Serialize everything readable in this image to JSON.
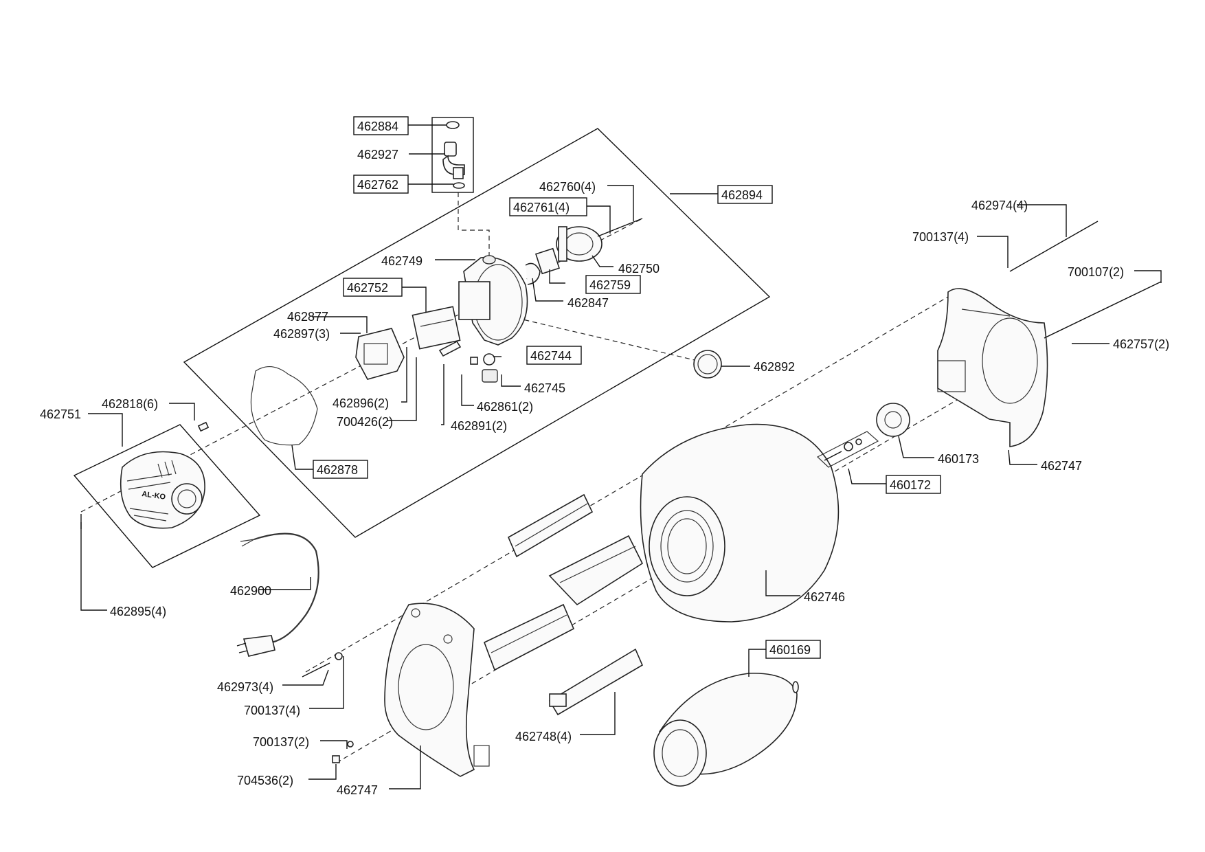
{
  "labels": {
    "l462884": "462884",
    "l462927": "462927",
    "l462762": "462762",
    "l462894": "462894",
    "l462760": "462760(4)",
    "l462761": "462761(4)",
    "l462749": "462749",
    "l462750": "462750",
    "l462759": "462759",
    "l462847": "462847",
    "l462752": "462752",
    "l462877": "462877",
    "l462897": "462897(3)",
    "l462744": "462744",
    "l462745": "462745",
    "l462892": "462892",
    "l462861": "462861(2)",
    "l462896": "462896(2)",
    "l700426": "700426(2)",
    "l462891": "462891(2)",
    "l462818": "462818(6)",
    "l462751": "462751",
    "l462878": "462878",
    "l462895": "462895(4)",
    "l462900": "462900",
    "l462974": "462974(4)",
    "l700137a": "700137(4)",
    "l700107": "700107(2)",
    "l462757": "462757(2)",
    "l460173": "460173",
    "l462747r": "462747",
    "l460172": "460172",
    "l462746": "462746",
    "l460169": "460169",
    "l462973": "462973(4)",
    "l700137b": "700137(4)",
    "l700137c": "700137(2)",
    "l704536": "704536(2)",
    "l462747b": "462747",
    "l462748": "462748(4)"
  },
  "logo_text": "AL-KO"
}
